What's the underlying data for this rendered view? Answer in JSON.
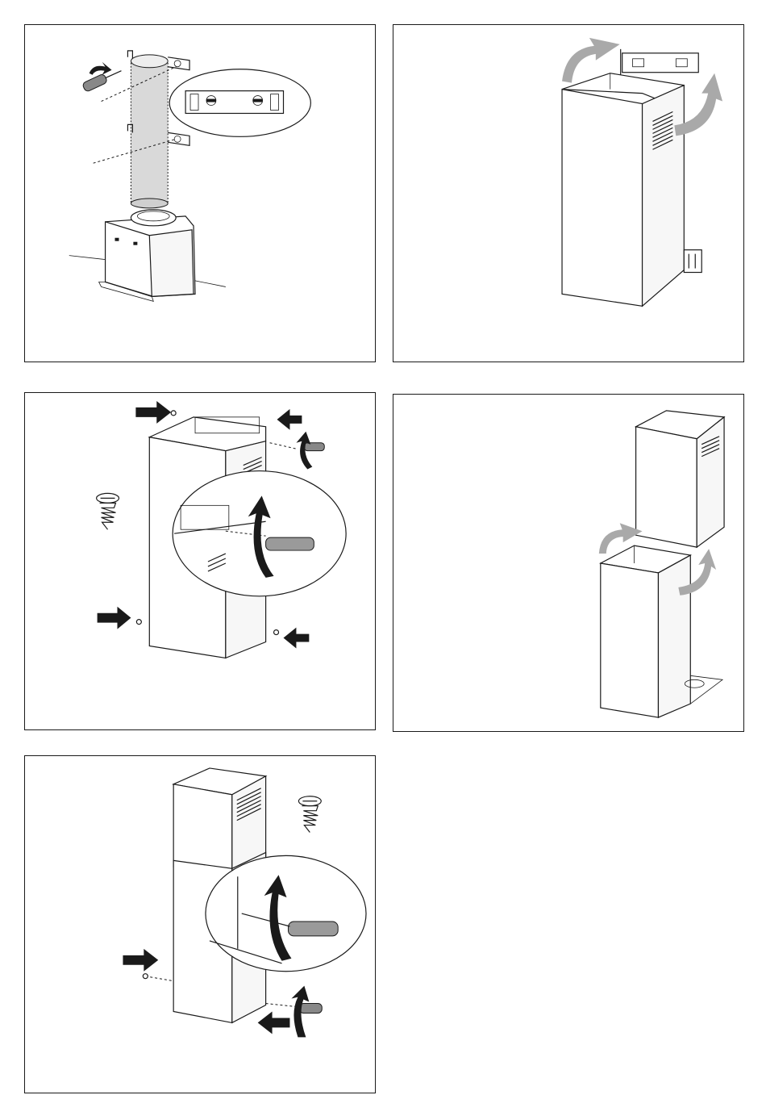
{
  "figure": {
    "panels": [
      {
        "id": "step-1",
        "illustration": "duct-and-wall-bracket-mounting"
      },
      {
        "id": "step-2",
        "illustration": "upper-chimney-cover-on-bracket"
      },
      {
        "id": "step-3",
        "illustration": "fix-upper-chimney-screws"
      },
      {
        "id": "step-4",
        "illustration": "lower-chimney-placement"
      },
      {
        "id": "step-5",
        "illustration": "fix-lower-chimney-screws"
      }
    ],
    "colors": {
      "line": "#1a1a1a",
      "grey_arrow": "#a9a9a9",
      "duct_fill": "#d9d9d9",
      "background": "#ffffff"
    }
  }
}
